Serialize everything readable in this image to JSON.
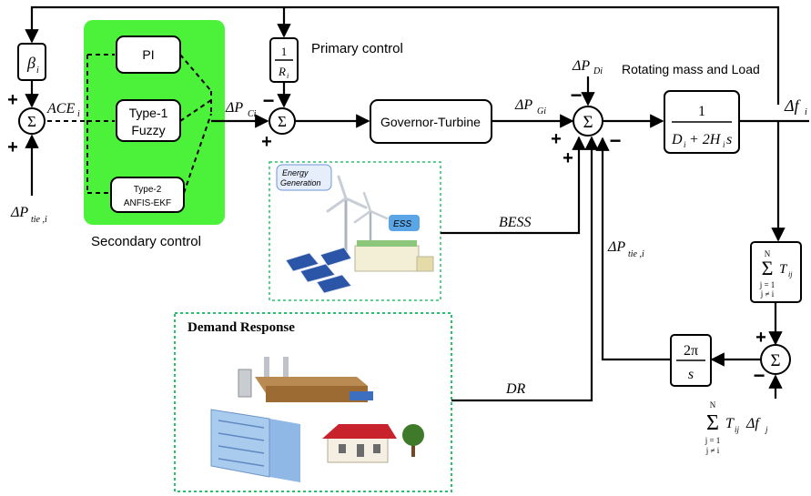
{
  "labels": {
    "beta": "β",
    "beta_sub": "i",
    "ace": "ACE",
    "ace_sub": "i",
    "dptie_left": "ΔP",
    "dptie_left_sub": "tie ,i",
    "pi": "PI",
    "type1_line1": "Type-1",
    "type1_line2": "Fuzzy",
    "type2_line1": "Type-2",
    "type2_line2": "ANFIS-EKF",
    "secondary": "Secondary control",
    "dpci": "ΔP",
    "dpci_sub": "Ci",
    "r_num": "1",
    "r_den": "R",
    "r_den_sub": "i",
    "primary": "Primary control",
    "governor": "Governor-Turbine",
    "dpgi": "ΔP",
    "dpgi_sub": "Gi",
    "dpdi": "ΔP",
    "dpdi_sub": "Di",
    "rotating": "Rotating mass and Load",
    "tf_num": "1",
    "tf_den": "D",
    "tf_den_rest": "+ 2H",
    "tf_den_s": "s",
    "tf_sub_i": "i",
    "dfi": "Δf",
    "dfi_sub": "i",
    "bess": "BESS",
    "energy_bubble1": "Energy",
    "energy_bubble2": "Generation",
    "ess": "ESS",
    "dptie_right": "ΔP",
    "dptie_right_sub": "tie ,i",
    "sum_t_N": "N",
    "sum_t_T": "T",
    "sum_t_T_sub": "ij",
    "sum_t_j1": "j = 1",
    "sum_t_jni": "j ≠ i",
    "demand": "Demand Response",
    "dr": "DR",
    "twopi_num": "2π",
    "twopi_den": "s",
    "bottom_N": "N",
    "bottom_T": "T",
    "bottom_T_sub": "ij",
    "bottom_df": "Δf",
    "bottom_df_sub": "j",
    "bottom_j1": "j = 1",
    "bottom_jni": "j ≠ i",
    "sigma": "Σ",
    "plus": "+",
    "minus": "−"
  },
  "colors": {
    "secondary_bg": "#4cf13a",
    "dotted_border": "#26c26b",
    "solar_panel": "#2b56a8",
    "roof_red": "#c8232c",
    "factory_brown": "#9c6b34",
    "tree_green": "#3f7a2a"
  }
}
